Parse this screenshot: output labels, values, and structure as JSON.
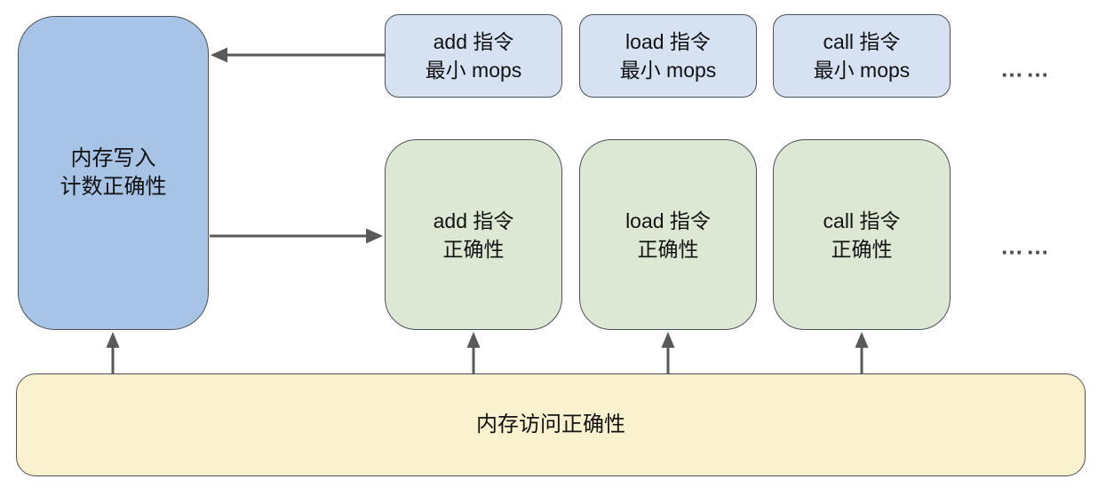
{
  "diagram": {
    "colors": {
      "big_box_fill": "#a7c4e6",
      "mops_box_fill": "#d6e2f1",
      "correctness_box_fill": "#dce8d4",
      "bottom_bar_fill": "#faf1cf",
      "border": "#4d5156",
      "arrow": "#595959"
    },
    "nodes": {
      "memory_write_count": {
        "line1": "内存写入",
        "line2": "计数正确性"
      },
      "mops_row": [
        {
          "line1": "add 指令",
          "line2": "最小 mops"
        },
        {
          "line1": "load 指令",
          "line2": "最小 mops"
        },
        {
          "line1": "call 指令",
          "line2": "最小 mops"
        }
      ],
      "correctness_row": [
        {
          "line1": "add 指令",
          "line2": "正确性"
        },
        {
          "line1": "load 指令",
          "line2": "正确性"
        },
        {
          "line1": "call 指令",
          "line2": "正确性"
        }
      ],
      "memory_access": {
        "label": "内存访问正确性"
      },
      "ellipsis_top": "……",
      "ellipsis_middle": "……"
    }
  }
}
